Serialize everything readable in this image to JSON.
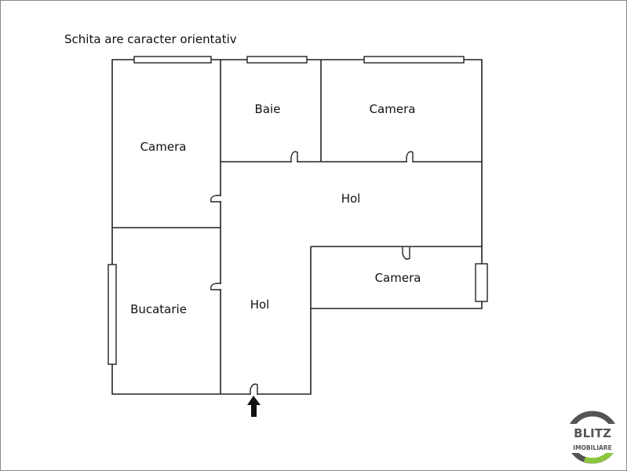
{
  "note": "Schita are caracter orientativ",
  "rooms": {
    "camera_left": "Camera",
    "baie": "Baie",
    "camera_top_right": "Camera",
    "hol_upper": "Hol",
    "bucatarie": "Bucatarie",
    "hol_lower": "Hol",
    "camera_small": "Camera"
  },
  "logo": {
    "line1": "BLITZ",
    "line2": "IMOBILIARE",
    "ring_color": "#555555",
    "accent_color": "#8dc63f"
  }
}
